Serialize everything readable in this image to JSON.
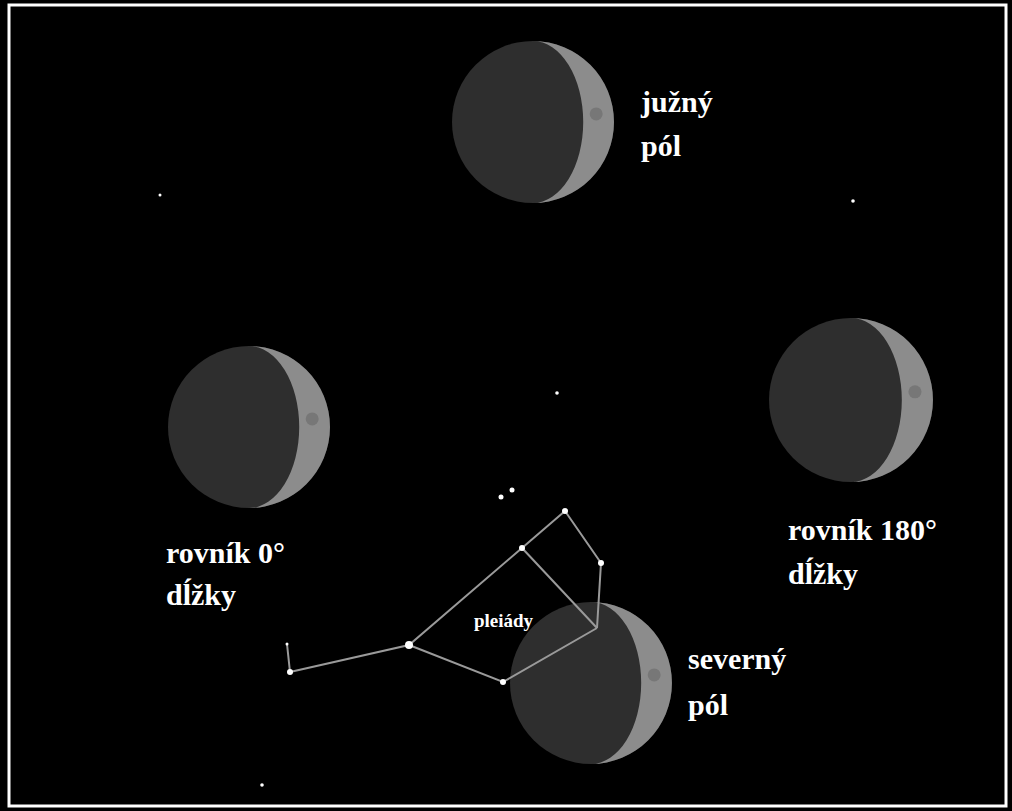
{
  "diagram": {
    "labels": [
      "južný pól",
      "rovník 0° dĺžky",
      "rovník 180° dĺžky",
      "severný pól",
      "pleiády"
    ]
  }
}
